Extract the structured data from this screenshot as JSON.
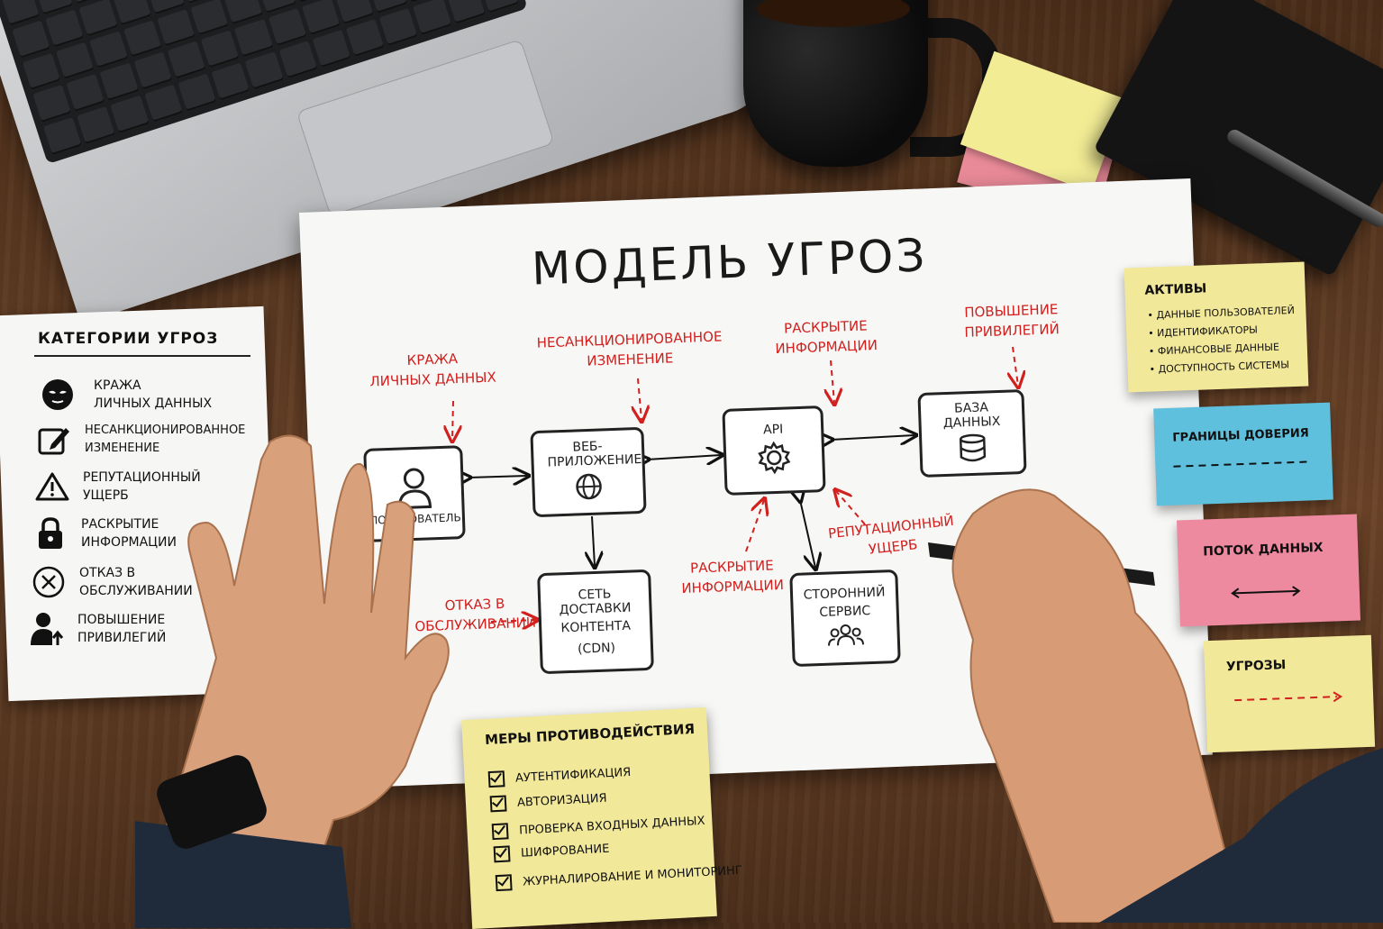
{
  "sheet": {
    "title": "Модель угроз"
  },
  "nodes": {
    "user": "Пользователь",
    "webapp": "Веб-приложение",
    "api": "API",
    "db": "База данных",
    "cdn_line1": "Сеть доставки",
    "cdn_line2": "контента",
    "cdn_line3": "(CDN)",
    "third_party_line1": "Сторонний",
    "third_party_line2": "сервис"
  },
  "threats": {
    "theft_line1": "Кража",
    "theft_line2": "личных данных",
    "tamper_line1": "Несанкционированное",
    "tamper_line2": "изменение",
    "disclosure_top_line1": "Раскрытие",
    "disclosure_top_line2": "информации",
    "elevation_line1": "Повышение",
    "elevation_line2": "привилегий",
    "dos_line1": "Отказ в",
    "dos_line2": "обслуживании",
    "disclosure_bottom_line1": "Раскрытие",
    "disclosure_bottom_line2": "информации",
    "reputation_line1": "Репутационный",
    "reputation_line2": "ущерб"
  },
  "categories": {
    "title": "Категории угроз",
    "items": [
      {
        "line1": "Кража",
        "line2": "личных данных",
        "icon": "mask-icon"
      },
      {
        "line1": "Несанкционированное",
        "line2": "изменение",
        "icon": "edit-icon"
      },
      {
        "line1": "Репутационный",
        "line2": "ущерб",
        "icon": "warning-icon"
      },
      {
        "line1": "Раскрытие",
        "line2": "информации",
        "icon": "lock-icon"
      },
      {
        "line1": "Отказ в",
        "line2": "обслуживании",
        "icon": "x-circle-icon"
      },
      {
        "line1": "Повышение",
        "line2": "привилегий",
        "icon": "user-up-icon"
      }
    ]
  },
  "legend": {
    "assets": {
      "title": "Активы",
      "items": [
        "• Данные пользователей",
        "• Идентификаторы",
        "• Финансовые данные",
        "• Доступность системы"
      ]
    },
    "trust": {
      "title": "Границы доверия"
    },
    "dataflow": {
      "title": "Поток данных"
    },
    "threats": {
      "title": "Угрозы"
    }
  },
  "countermeasures": {
    "title": "Меры противодействия",
    "items": [
      "Аутентификация",
      "Авторизация",
      "Проверка входных данных",
      "Шифрование",
      "Журналирование и мониторинг"
    ]
  },
  "colors": {
    "threat_red": "#d2201e",
    "note_yellow": "#f2e89a",
    "note_blue": "#5fc0dd",
    "note_pink": "#ee8aa0"
  }
}
